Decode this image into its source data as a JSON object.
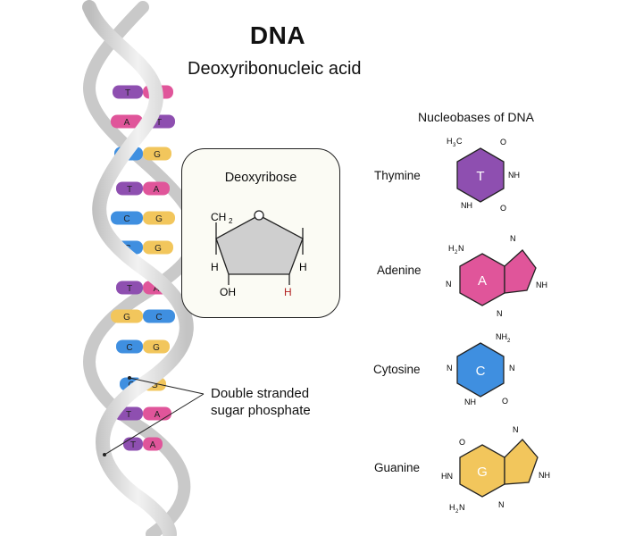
{
  "title": "DNA",
  "subtitle": "Deoxyribonucleic acid",
  "deoxyribose": {
    "label": "Deoxyribose",
    "atoms": [
      "CH",
      "2",
      "H",
      "H",
      "OH",
      "H"
    ],
    "highlight_color": "#b22222"
  },
  "callout": {
    "line1": "Double stranded",
    "line2": "sugar phosphate"
  },
  "nucleobases": {
    "heading": "Nucleobases of DNA",
    "items": [
      {
        "name": "Thymine",
        "letter": "T",
        "color": "#8e4fb0",
        "labels": [
          "H",
          "3",
          "C",
          "O",
          "NH",
          "NH",
          "O"
        ]
      },
      {
        "name": "Adenine",
        "letter": "A",
        "color": "#e0559a",
        "labels": [
          "H",
          "2",
          "N",
          "N",
          "N",
          "NH",
          "N"
        ]
      },
      {
        "name": "Cytosine",
        "letter": "C",
        "color": "#3f8fe0",
        "labels": [
          "NH",
          "2",
          "N",
          "N",
          "NH",
          "O"
        ]
      },
      {
        "name": "Guanine",
        "letter": "G",
        "color": "#f2c65c",
        "labels": [
          "O",
          "HN",
          "NH",
          "N",
          "N",
          "H",
          "2",
          "N"
        ]
      }
    ]
  },
  "helix": {
    "rungs": [
      {
        "left": "T",
        "right": "A",
        "lc": "#8e4fb0",
        "rc": "#e0559a"
      },
      {
        "left": "A",
        "right": "T",
        "lc": "#e0559a",
        "rc": "#8e4fb0"
      },
      {
        "left": "C",
        "right": "G",
        "lc": "#3f8fe0",
        "rc": "#f2c65c"
      },
      {
        "left": "T",
        "right": "A",
        "lc": "#8e4fb0",
        "rc": "#e0559a"
      },
      {
        "left": "C",
        "right": "G",
        "lc": "#3f8fe0",
        "rc": "#f2c65c"
      },
      {
        "left": "C",
        "right": "G",
        "lc": "#3f8fe0",
        "rc": "#f2c65c"
      },
      {
        "left": "T",
        "right": "A",
        "lc": "#8e4fb0",
        "rc": "#e0559a"
      },
      {
        "left": "G",
        "right": "C",
        "lc": "#f2c65c",
        "rc": "#3f8fe0"
      },
      {
        "left": "C",
        "right": "G",
        "lc": "#3f8fe0",
        "rc": "#f2c65c"
      },
      {
        "left": "C",
        "right": "G",
        "lc": "#3f8fe0",
        "rc": "#f2c65c"
      },
      {
        "left": "T",
        "right": "A",
        "lc": "#8e4fb0",
        "rc": "#e0559a"
      },
      {
        "left": "T",
        "right": "A",
        "lc": "#8e4fb0",
        "rc": "#e0559a"
      }
    ],
    "backbone_color": "#d9d9d9"
  }
}
